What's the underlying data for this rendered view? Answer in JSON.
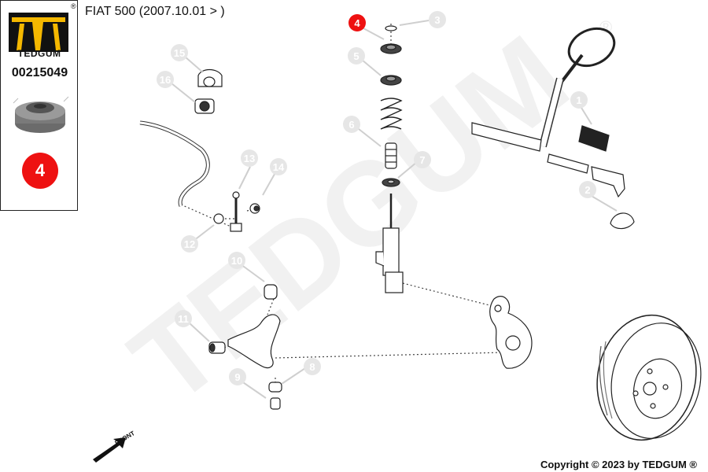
{
  "brand": {
    "name": "TEDGUM",
    "registered": "®",
    "part_number": "00215049"
  },
  "badge": {
    "number": "4"
  },
  "header": {
    "title": "FIAT 500 (2007.10.01 > )"
  },
  "watermark": {
    "text": "TEDGUM",
    "reg": "®"
  },
  "front_label": "FRONT",
  "callouts": [
    "1",
    "2",
    "3",
    "4",
    "5",
    "6",
    "7",
    "8",
    "9",
    "10",
    "11",
    "12",
    "13",
    "14",
    "15",
    "16"
  ],
  "highlighted_callout": "4",
  "footer": {
    "copyright": "Copyright © 2023 by TEDGUM ®"
  },
  "colors": {
    "accent": "#ee1111",
    "callout": "#e6e6e6",
    "watermark": "#f1f1f1"
  }
}
